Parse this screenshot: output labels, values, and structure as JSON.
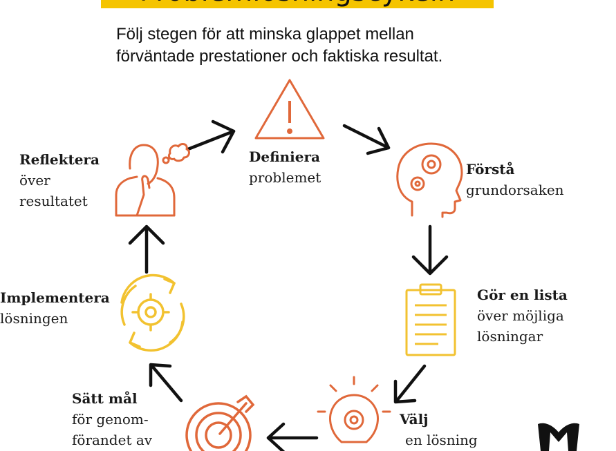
{
  "title": "Problemlösningscykeln",
  "subtitle": {
    "line1": "Följ stegen för att minska glappet mellan",
    "line2": "förväntade prestationer och faktiska resultat."
  },
  "colors": {
    "accent": "#f5c400",
    "orange": "#e0683a",
    "yellow": "#f2c230",
    "arrow": "#111111"
  },
  "steps": [
    {
      "icon": "warning-triangle-icon",
      "title": "Definiera",
      "lines": [
        "problemet"
      ]
    },
    {
      "icon": "head-gears-icon",
      "title": "Förstå",
      "lines": [
        "grundorsaken"
      ]
    },
    {
      "icon": "clipboard-list-icon",
      "title": "Gör en lista",
      "lines": [
        "över möjliga",
        "lösningar"
      ]
    },
    {
      "icon": "lightbulb-gear-icon",
      "title": "Välj",
      "lines": [
        "en lösning"
      ]
    },
    {
      "icon": "target-arrow-icon",
      "title": "Sätt mål",
      "lines": [
        "för genom-",
        "förandet av"
      ]
    },
    {
      "icon": "gear-cycle-icon",
      "title": "Implementera",
      "lines": [
        "lösningen"
      ]
    },
    {
      "icon": "thinking-person-icon",
      "title": "Reflektera",
      "lines": [
        "över",
        "resultatet"
      ]
    }
  ]
}
